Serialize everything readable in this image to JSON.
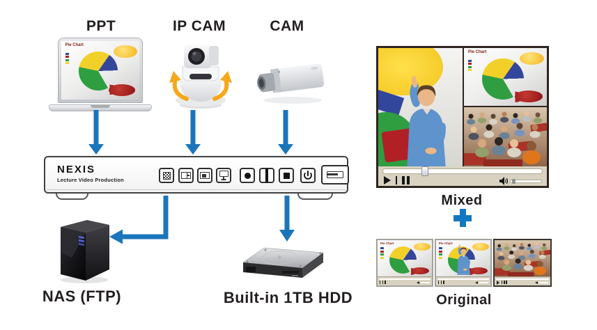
{
  "labels": {
    "ppt": "PPT",
    "ip_cam": "IP CAM",
    "cam": "CAM",
    "nas": "NAS (FTP)",
    "hdd": "Built-in 1TB HDD",
    "mixed": "Mixed",
    "original": "Original"
  },
  "device": {
    "brand": "NEXIS",
    "tagline": "Lecture Video Production",
    "buttons": [
      "mosaic-layout",
      "split-layout",
      "pip-layout",
      "display-mode",
      "record",
      "pause",
      "stop",
      "power"
    ],
    "port": "usb-port"
  },
  "slide": {
    "title": "Pie Chart"
  },
  "player": {
    "seek_thumb_style": "left:24%",
    "transport_icons": [
      "play",
      "pause"
    ],
    "volume_icon": "speaker"
  },
  "icons": {
    "plus": "plus-cross",
    "rotate_arrows": "pan-rotation-arrows"
  },
  "colors": {
    "arrow_blue": "#1b75bb",
    "plus_blue": "#1278be",
    "label_text": "#221e1f",
    "player_frame": "#2e2420",
    "control_bar": "#d9d2c0",
    "pie_yellow": "#f2d02a",
    "pie_green": "#2f9e41",
    "pie_blue": "#32469b",
    "pie_red": "#b02025",
    "rotate_arrow_orange": "#f5a81c",
    "nas_led_blue": "#5668e0"
  }
}
